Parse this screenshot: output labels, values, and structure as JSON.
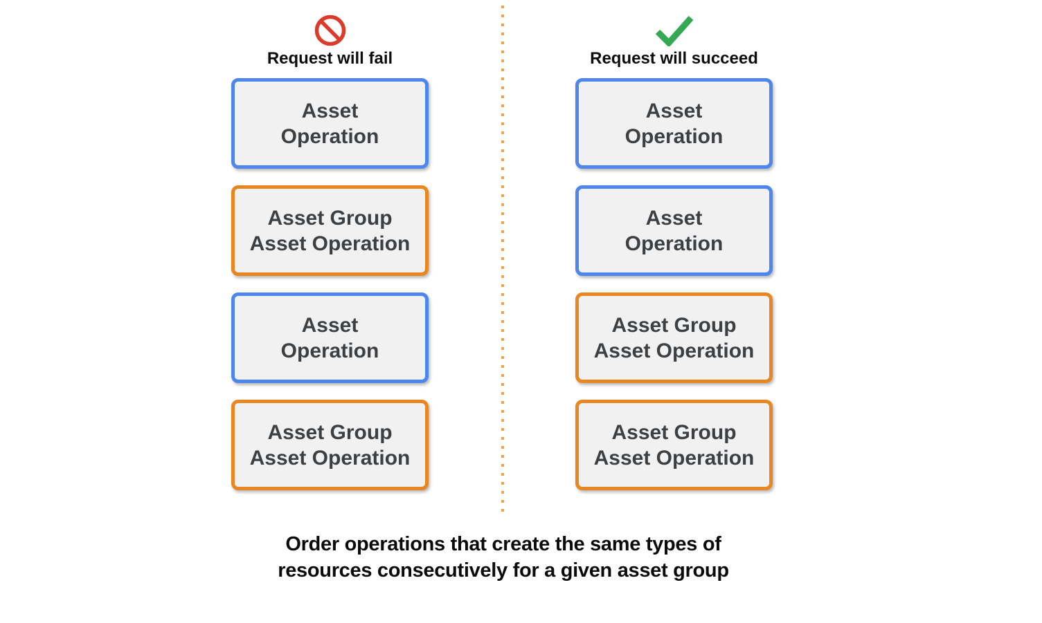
{
  "diagram": {
    "caption": {
      "line1": "Order operations that create the same types of",
      "line2": "resources consecutively for a given asset group"
    },
    "columns": [
      {
        "key": "fail",
        "title": "Request will fail",
        "icon": "prohibition-icon",
        "boxes": [
          {
            "type": "asset_operation",
            "line1": "Asset",
            "line2": "Operation",
            "border_color": "#4d86ec"
          },
          {
            "type": "asset_group_asset_operation",
            "line1": "Asset Group",
            "line2": "Asset Operation",
            "border_color": "#e8871f"
          },
          {
            "type": "asset_operation",
            "line1": "Asset",
            "line2": "Operation",
            "border_color": "#4d86ec"
          },
          {
            "type": "asset_group_asset_operation",
            "line1": "Asset Group",
            "line2": "Asset Operation",
            "border_color": "#e8871f"
          }
        ]
      },
      {
        "key": "succeed",
        "title": "Request will succeed",
        "icon": "checkmark-icon",
        "boxes": [
          {
            "type": "asset_operation",
            "line1": "Asset",
            "line2": "Operation",
            "border_color": "#4d86ec"
          },
          {
            "type": "asset_operation",
            "line1": "Asset",
            "line2": "Operation",
            "border_color": "#4d86ec"
          },
          {
            "type": "asset_group_asset_operation",
            "line1": "Asset Group",
            "line2": "Asset Operation",
            "border_color": "#e8871f"
          },
          {
            "type": "asset_group_asset_operation",
            "line1": "Asset Group",
            "line2": "Asset Operation",
            "border_color": "#e8871f"
          }
        ]
      }
    ],
    "colors": {
      "blue": "#4d86ec",
      "orange": "#e8871f",
      "red": "#da3b2b",
      "green": "#34a853",
      "divider": "#f0a14b",
      "box_bg": "#f1f1f2",
      "box_text": "#3c4043"
    }
  }
}
